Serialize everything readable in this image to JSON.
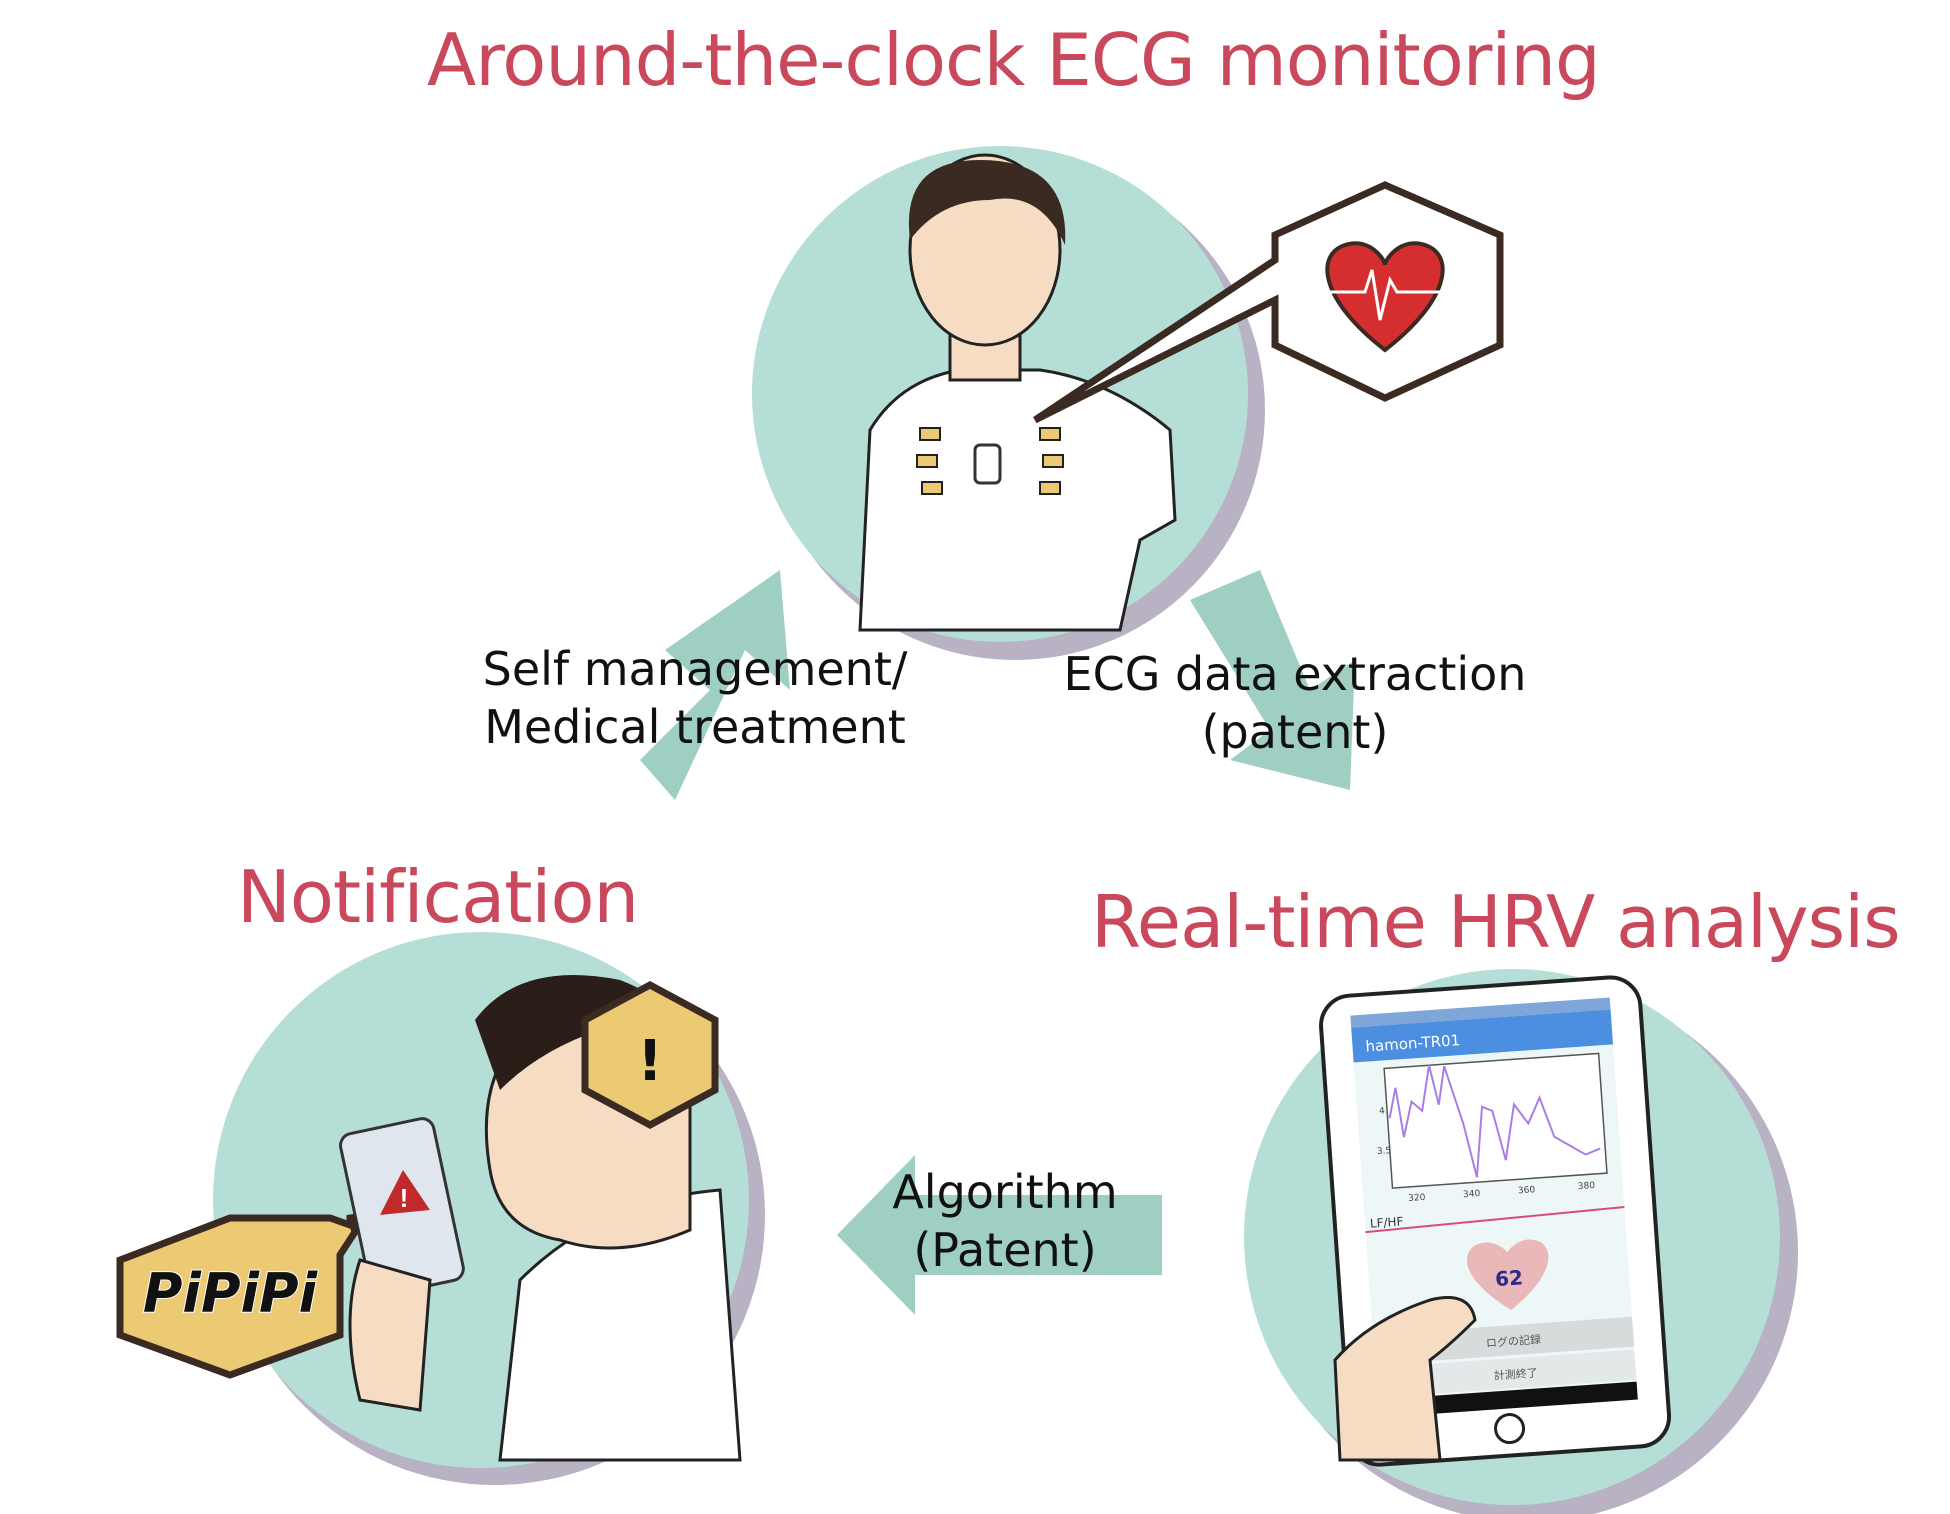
{
  "titles": {
    "top": "Around-the-clock ECG monitoring",
    "left": "Notification",
    "right": "Real-time HRV analysis"
  },
  "arrows": {
    "left_line1": "Self management/",
    "left_line2": "Medical treatment",
    "right_line1": "ECG data extraction",
    "right_line2": "(patent)",
    "bottom_line1": "Algorithm",
    "bottom_line2": "(Patent)"
  },
  "phone_app": {
    "app_name": "hamon-TR01",
    "y_ticks": [
      "4",
      "3.5"
    ],
    "x_ticks": [
      "320",
      "340",
      "360",
      "380"
    ],
    "section_label": "LF/HF",
    "heart_rate": "62",
    "button_log": "ログの記録",
    "button_stop": "計測終了"
  },
  "notification": {
    "sound": "PiPiPi",
    "alert_mark": "!"
  },
  "colors": {
    "title": "#c9485b",
    "arrow": "#9fcfc3",
    "circle": "#b5ded6",
    "shadow": "#b8b2c4",
    "heart": "#d62e2e",
    "badge": "#ecc973"
  }
}
